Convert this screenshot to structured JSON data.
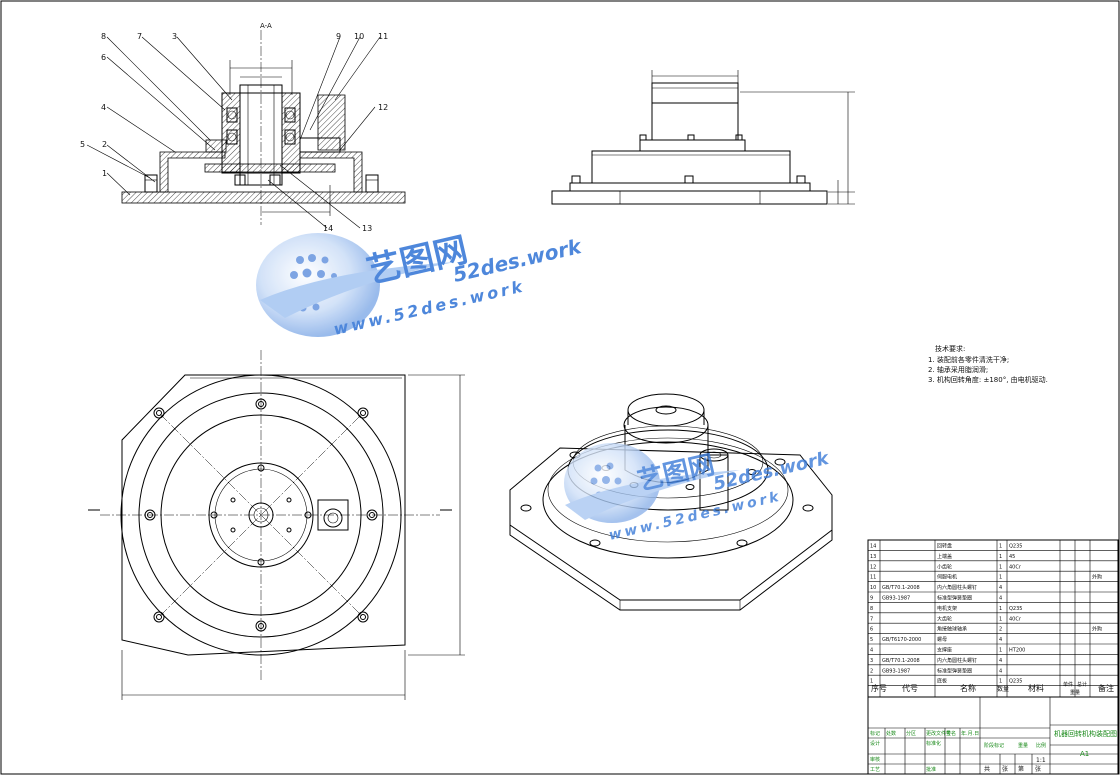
{
  "watermark": {
    "brand_cn": "艺图网",
    "url_upper": "52des.work",
    "url_lower": "www.52des.work",
    "colors": {
      "blue": "#3b7bd8",
      "light": "#a9c8f2"
    }
  },
  "section_view": {
    "title": "A-A",
    "balloons": [
      "8",
      "7",
      "3",
      "6",
      "4",
      "5",
      "2",
      "1",
      "9",
      "10",
      "11",
      "12",
      "13",
      "14"
    ]
  },
  "technical_requirements": {
    "heading": "技术要求:",
    "items": [
      "1. 装配前各零件清洗干净;",
      "2. 轴承采用脂润滑;",
      "3. 机构回转角度: ±180°, 由电机驱动."
    ]
  },
  "bom": {
    "rows": [
      {
        "no": "14",
        "code": "",
        "name": "回转盘",
        "qty": "1",
        "material": "Q235",
        "note": ""
      },
      {
        "no": "13",
        "code": "",
        "name": "上端盖",
        "qty": "1",
        "material": "45",
        "note": ""
      },
      {
        "no": "12",
        "code": "",
        "name": "小齿轮",
        "qty": "1",
        "material": "40Cr",
        "note": ""
      },
      {
        "no": "11",
        "code": "",
        "name": "伺服电机",
        "qty": "1",
        "material": "",
        "note": "外购"
      },
      {
        "no": "10",
        "code": "GB/T70.1-2008",
        "name": "内六角圆柱头螺钉",
        "qty": "4",
        "material": "",
        "note": ""
      },
      {
        "no": "9",
        "code": "GB93-1987",
        "name": "标准型弹簧垫圈",
        "qty": "4",
        "material": "",
        "note": ""
      },
      {
        "no": "8",
        "code": "",
        "name": "电机支架",
        "qty": "1",
        "material": "Q235",
        "note": ""
      },
      {
        "no": "7",
        "code": "",
        "name": "大齿轮",
        "qty": "1",
        "material": "40Cr",
        "note": ""
      },
      {
        "no": "6",
        "code": "",
        "name": "角接触球轴承",
        "qty": "2",
        "material": "",
        "note": "外购"
      },
      {
        "no": "5",
        "code": "GB/T6170-2000",
        "name": "螺母",
        "qty": "4",
        "material": "",
        "note": ""
      },
      {
        "no": "4",
        "code": "",
        "name": "支撑座",
        "qty": "1",
        "material": "HT200",
        "note": ""
      },
      {
        "no": "3",
        "code": "GB/T70.1-2008",
        "name": "内六角圆柱头螺钉",
        "qty": "4",
        "material": "",
        "note": ""
      },
      {
        "no": "2",
        "code": "GB93-1987",
        "name": "标准型弹簧垫圈",
        "qty": "4",
        "material": "",
        "note": ""
      },
      {
        "no": "1",
        "code": "",
        "name": "底板",
        "qty": "1",
        "material": "Q235",
        "note": ""
      }
    ],
    "header": {
      "no": "序号",
      "code": "代号",
      "name": "名称",
      "qty": "数量",
      "material": "材料",
      "unit_weight": "单件",
      "total_weight": "总计",
      "weight": "重量",
      "note": "备注"
    }
  },
  "title_block": {
    "drawing_title": "机器回转机构装配图",
    "sheet_size": "A1",
    "row1": [
      "标记",
      "处数",
      "分区",
      "更改文件号",
      "签名",
      "年.月.日"
    ],
    "row2": [
      "设计",
      "",
      "标准化"
    ],
    "row3": [
      "审核",
      "",
      "阶段标记",
      "重量",
      "比例"
    ],
    "row4": [
      "工艺",
      "",
      "批准",
      "共",
      "张",
      "第",
      "张"
    ],
    "scale": "1:1"
  }
}
